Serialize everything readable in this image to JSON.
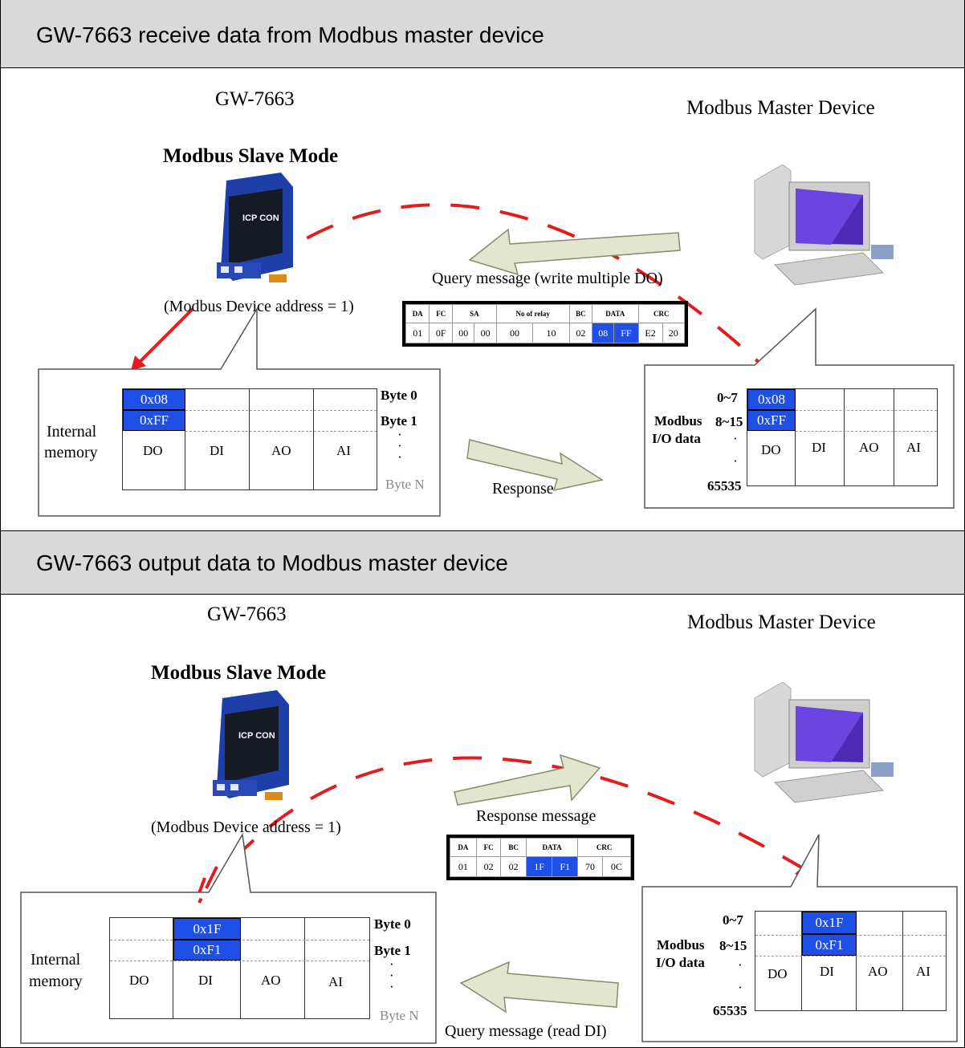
{
  "sections": [
    {
      "header": "GW-7663 receive data from Modbus master device",
      "gw_label": "GW-7663",
      "mode_label": "Modbus Slave Mode",
      "address_label": "(Modbus Device address = 1)",
      "master_label": "Modbus Master Device",
      "message_label": "Query message (write multiple DO)",
      "message_headers": [
        "DA",
        "FC",
        "SA",
        "No of relay",
        "BC",
        "DATA",
        "CRC"
      ],
      "message_values": [
        "01",
        "0F",
        "00",
        "00",
        "00",
        "10",
        "02",
        "08",
        "FF",
        "E2",
        "20"
      ],
      "response_label": "Response",
      "memory_label_1": "Internal",
      "memory_label_2": "memory",
      "columns": [
        "DO",
        "DI",
        "AO",
        "AI"
      ],
      "byte0": "Byte 0",
      "byte1": "Byte 1",
      "byteN": "Byte N",
      "val1": "0x08",
      "val2": "0xFF",
      "io_label_1": "Modbus",
      "io_label_2": "I/O data",
      "io_range_1": "0~7",
      "io_range_2": "8~15",
      "io_range_end": "65535",
      "device_brand": "ICP CON"
    },
    {
      "header": "GW-7663 output data to Modbus master device",
      "gw_label": "GW-7663",
      "mode_label": "Modbus Slave Mode",
      "address_label": "(Modbus Device address = 1)",
      "master_label": "Modbus Master Device",
      "message_label": "Response message",
      "message_headers": [
        "DA",
        "FC",
        "BC",
        "DATA",
        "CRC"
      ],
      "message_values": [
        "01",
        "02",
        "02",
        "1F",
        "F1",
        "70",
        "0C"
      ],
      "response_label": "Query message (read DI)",
      "memory_label_1": "Internal",
      "memory_label_2": "memory",
      "columns": [
        "DO",
        "DI",
        "AO",
        "AI"
      ],
      "byte0": "Byte 0",
      "byte1": "Byte 1",
      "byteN": "Byte N",
      "val1": "0x1F",
      "val2": "0xF1",
      "io_label_1": "Modbus",
      "io_label_2": "I/O data",
      "io_range_1": "0~7",
      "io_range_2": "8~15",
      "io_range_end": "65535",
      "device_brand": "ICP CON"
    }
  ],
  "colors": {
    "highlight": "#1e4fe6",
    "arc": "#e11d1d",
    "header_bg": "#d9d9d9",
    "arrow_fill": "#e2e6cf"
  }
}
